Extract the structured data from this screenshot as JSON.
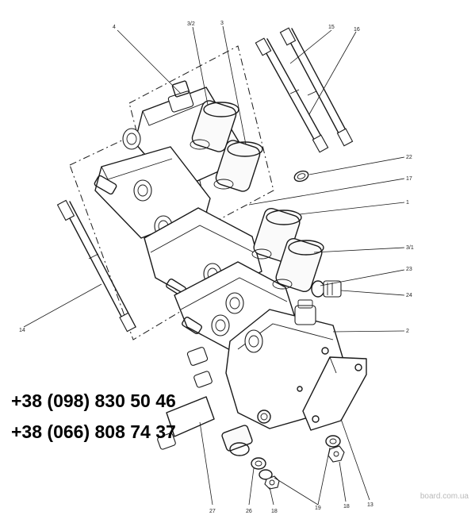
{
  "callouts": [
    "4",
    "3/2",
    "3",
    "15",
    "16",
    "22",
    "17",
    "1",
    "3/1",
    "23",
    "24",
    "2",
    "14",
    "27",
    "26",
    "18",
    "19",
    "18",
    "13"
  ],
  "phones": [
    "+38 (098) 830 50 46",
    "+38 (066) 808 74 37"
  ],
  "watermark": "board.com.ua",
  "colors": {
    "ink": "#1a1a1a",
    "paper": "#ffffff",
    "phone_text": "#000000",
    "watermark": "#b9b9b9"
  }
}
